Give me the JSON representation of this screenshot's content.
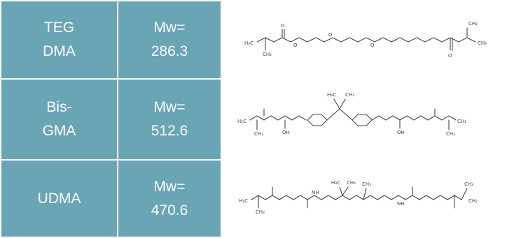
{
  "rows": [
    {
      "name_line1": "TEG",
      "name_line2": "DMA",
      "mw_line1": "Mw=",
      "mw_line2": "286.3",
      "structure_icon": "teg-dma-structure-icon"
    },
    {
      "name_line1": "Bis-",
      "name_line2": "GMA",
      "mw_line1": "Mw=",
      "mw_line2": "512.6",
      "structure_icon": "bis-gma-structure-icon"
    },
    {
      "name_line1": "UDMA",
      "name_line2": "",
      "mw_line1": "Mw=",
      "mw_line2": "470.6",
      "structure_icon": "udma-structure-icon"
    }
  ],
  "colors": {
    "cell_background": "#6aa5b6",
    "cell_text": "#ffffff",
    "structure_background": "#ffffff"
  }
}
